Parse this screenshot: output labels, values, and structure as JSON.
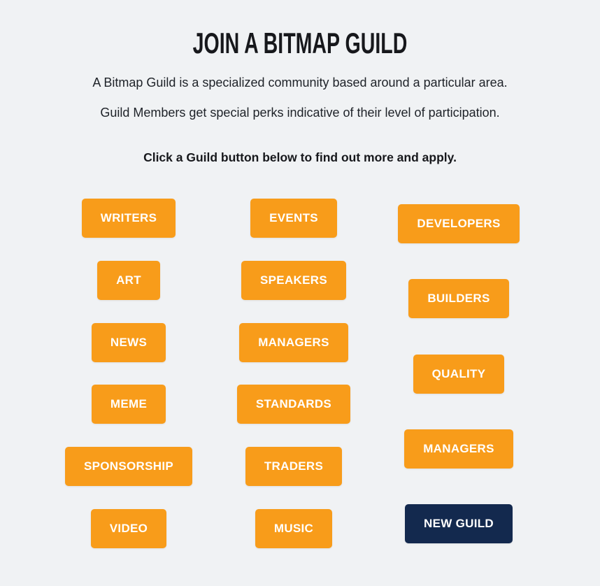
{
  "page": {
    "title": "JOIN A BITMAP GUILD",
    "intro_line_1": "A Bitmap Guild is a specialized community based around a particular area.",
    "intro_line_2": "Guild Members get special perks indicative of their level of participation.",
    "cta": "Click a Guild button below to find out more and apply."
  },
  "colors": {
    "background": "#F0F2F4",
    "button_orange": "#F89C1A",
    "button_navy": "#13294E",
    "button_text": "#FFFFFF",
    "heading_text": "#17181C",
    "body_text": "#1E2228"
  },
  "guild_columns": [
    {
      "buttons": [
        {
          "label": "WRITERS",
          "variant": "orange"
        },
        {
          "label": "ART",
          "variant": "orange"
        },
        {
          "label": "NEWS",
          "variant": "orange"
        },
        {
          "label": "MEME",
          "variant": "orange"
        },
        {
          "label": "SPONSORSHIP",
          "variant": "orange"
        },
        {
          "label": "VIDEO",
          "variant": "orange"
        }
      ]
    },
    {
      "buttons": [
        {
          "label": "EVENTS",
          "variant": "orange"
        },
        {
          "label": "SPEAKERS",
          "variant": "orange"
        },
        {
          "label": "MANAGERS",
          "variant": "orange"
        },
        {
          "label": "STANDARDS",
          "variant": "orange"
        },
        {
          "label": "TRADERS",
          "variant": "orange"
        },
        {
          "label": "MUSIC",
          "variant": "orange"
        }
      ]
    },
    {
      "buttons": [
        {
          "label": "DEVELOPERS",
          "variant": "orange"
        },
        {
          "label": "BUILDERS",
          "variant": "orange"
        },
        {
          "label": "QUALITY",
          "variant": "orange"
        },
        {
          "label": "MANAGERS",
          "variant": "orange"
        },
        {
          "label": "NEW GUILD",
          "variant": "navy"
        }
      ]
    }
  ]
}
